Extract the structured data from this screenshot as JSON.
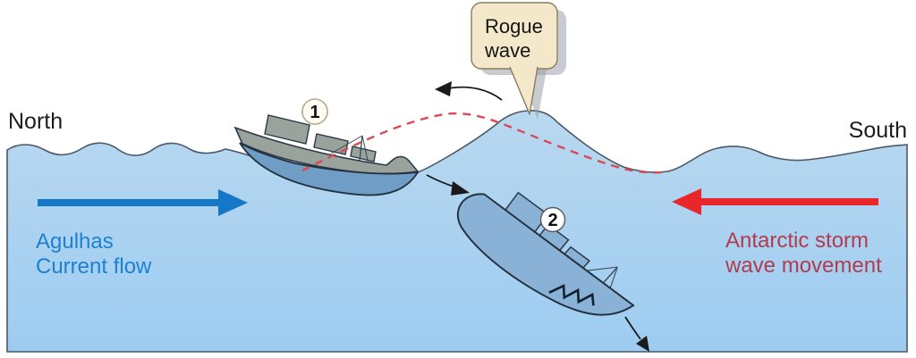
{
  "compass": {
    "north": "North",
    "south": "South"
  },
  "callout": {
    "line1": "Rogue",
    "line2": "wave"
  },
  "agulhas": {
    "line1": "Agulhas",
    "line2": "Current flow"
  },
  "antarctic": {
    "line1": "Antarctic storm",
    "line2": "wave movement"
  },
  "ship1": {
    "label": "1"
  },
  "ship2": {
    "label": "2"
  },
  "icons": {
    "agulhas_arrow": "right-arrow-icon",
    "antarctic_arrow": "left-arrow-icon",
    "crest_backflow_arrow": "curved-left-arrow-icon",
    "ship1_plunge_arrow": "curved-down-right-arrow-icon",
    "ship2_sink_arrow": "down-right-arrow-icon"
  },
  "colors": {
    "water_top": "#b9d8f0",
    "water_bottom": "#9dccf1",
    "surface_line": "#4a5866",
    "agulhas_arrow": "#1577c8",
    "agulhas_text": "#1e80d0",
    "antarctic_arrow": "#e8262b",
    "antarctic_text": "#b23c4e",
    "dashed_wave_path": "#d94a55",
    "callout_fill": "#f3e8ca",
    "callout_border": "#8a7c5c",
    "callout_shadow": "#9aa0a8",
    "ship_deck_gray": "#9aa29c",
    "ship_hull_blue": "#6f9dc6",
    "ship2_blue": "#8ab2d6",
    "ship_outline": "#2c3a48",
    "black_arrow": "#1a1a1a"
  }
}
